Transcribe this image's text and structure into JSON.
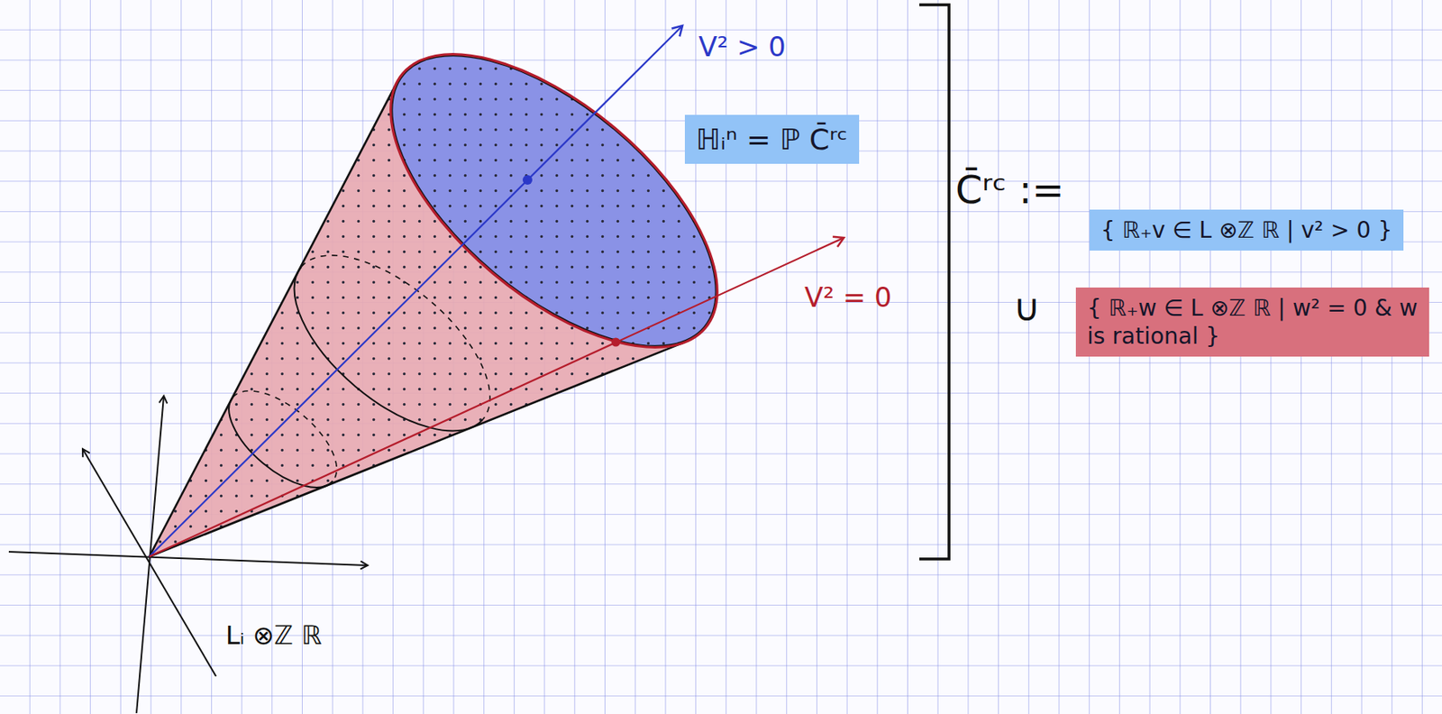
{
  "diagram": {
    "nodes": [
      {
        "text": [
          "ℍᵢⁿ = ℙ C̄ʳᶜ"
        ]
      },
      {
        "text": [
          "{ ℝ₊v ∈ L ⊗ℤ ℝ | v² > 0 }"
        ]
      },
      {
        "text": [
          "{ ℝ₊w ∈ L ⊗ℤ ℝ | w² = 0 & w is rational }"
        ]
      }
    ],
    "labels": [
      "V² > 0",
      "V² = 0",
      "C̄ʳᶜ :=",
      "∪",
      "Lᵢ ⊗ℤ ℝ"
    ]
  }
}
